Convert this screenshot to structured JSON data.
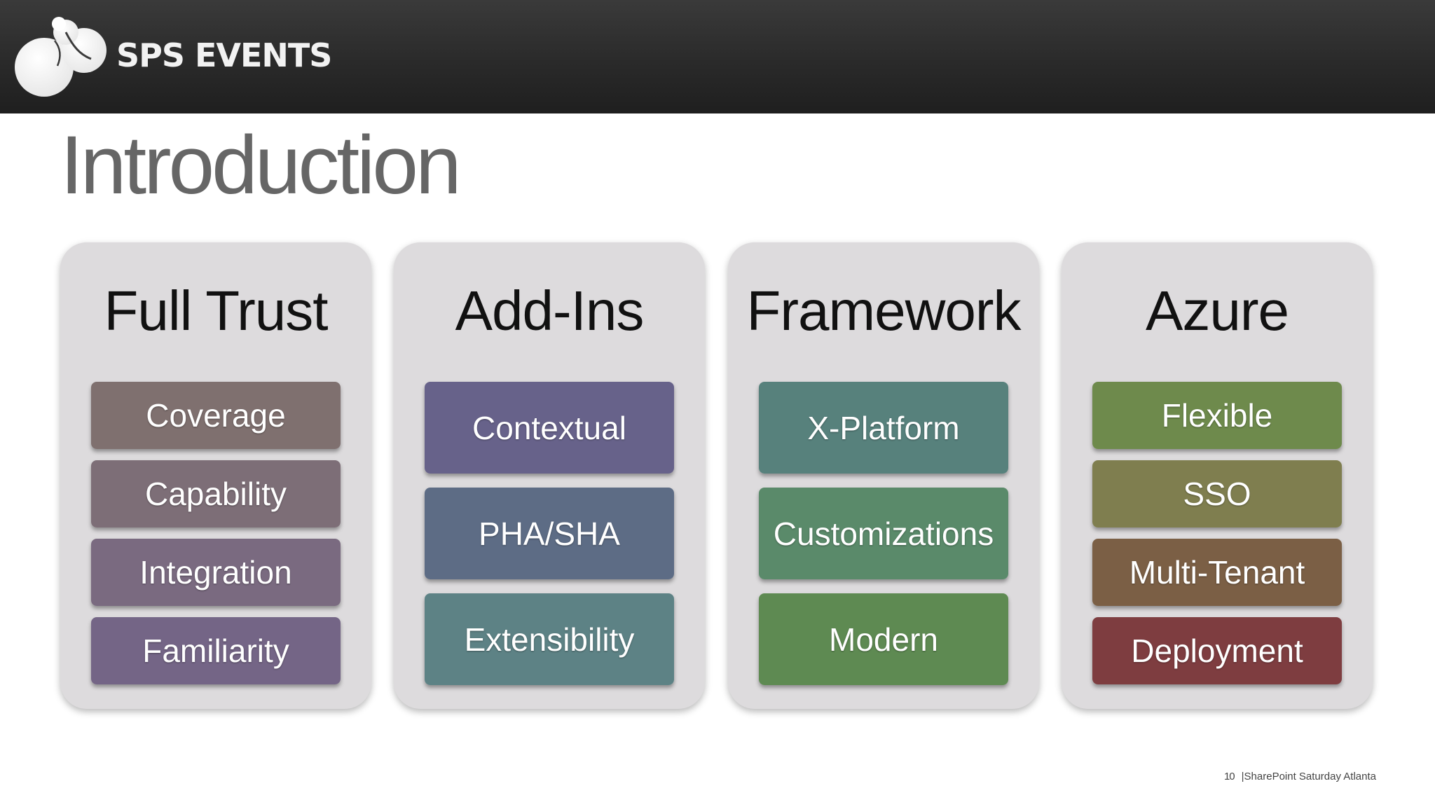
{
  "header": {
    "logo_text": "SPS EVENTS"
  },
  "slide": {
    "title": "Introduction"
  },
  "columns": [
    {
      "title": "Full Trust",
      "items": [
        {
          "label": "Coverage",
          "color": "#7f706f"
        },
        {
          "label": "Capability",
          "color": "#7d6e77"
        },
        {
          "label": "Integration",
          "color": "#7a6a80"
        },
        {
          "label": "Familiarity",
          "color": "#746586"
        }
      ]
    },
    {
      "title": "Add-Ins",
      "items": [
        {
          "label": "Contextual",
          "color": "#67628a"
        },
        {
          "label": "PHA/SHA",
          "color": "#5d6c85"
        },
        {
          "label": "Extensibility",
          "color": "#5d8285"
        }
      ]
    },
    {
      "title": "Framework",
      "items": [
        {
          "label": "X-Platform",
          "color": "#57817c"
        },
        {
          "label": "Customizations",
          "color": "#5a8a6a"
        },
        {
          "label": "Modern",
          "color": "#5e8a52"
        }
      ]
    },
    {
      "title": "Azure",
      "items": [
        {
          "label": "Flexible",
          "color": "#6e8a4c"
        },
        {
          "label": "SSO",
          "color": "#7f7e4f"
        },
        {
          "label": "Multi-Tenant",
          "color": "#7b5f45"
        },
        {
          "label": "Deployment",
          "color": "#7e3d40"
        }
      ]
    }
  ],
  "footer": {
    "page_number": "10",
    "event_name": "|SharePoint Saturday Atlanta"
  }
}
